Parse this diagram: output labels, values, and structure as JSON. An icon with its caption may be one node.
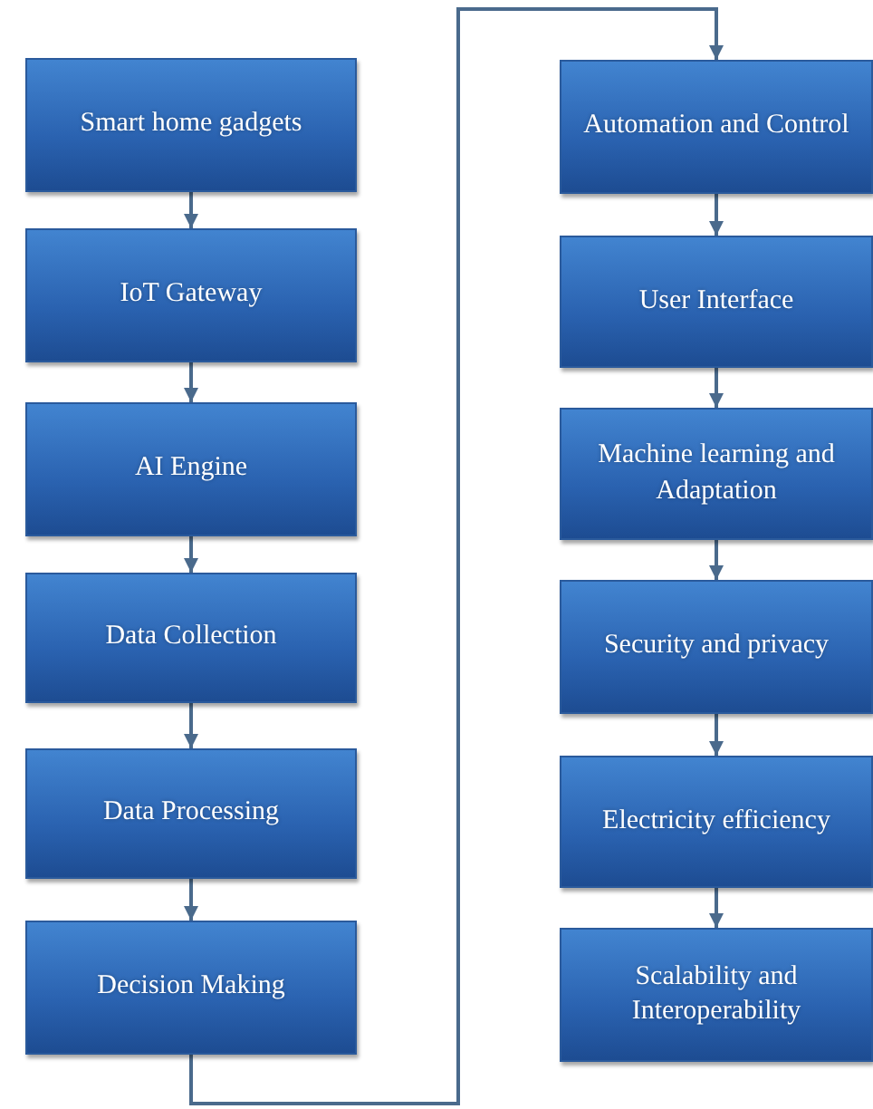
{
  "diagram": {
    "nodes": [
      {
        "text": [
          "Smart home gadgets"
        ]
      },
      {
        "text": [
          "IoT Gateway"
        ]
      },
      {
        "text": [
          "AI Engine"
        ]
      },
      {
        "text": [
          "Data Collection"
        ]
      },
      {
        "text": [
          "Data Processing"
        ]
      },
      {
        "text": [
          "Decision Making"
        ]
      },
      {
        "text": [
          "Automation and Control"
        ]
      },
      {
        "text": [
          "User Interface"
        ]
      },
      {
        "text": [
          "Machine learning and Adaptation"
        ]
      },
      {
        "text": [
          "Security and privacy"
        ]
      },
      {
        "text": [
          "Electricity efficiency"
        ]
      },
      {
        "text": [
          "Scalability and Interoperability"
        ]
      }
    ],
    "edges": [
      {
        "from": 0,
        "to": 1,
        "arrow": "to"
      },
      {
        "from": 1,
        "to": 2,
        "arrow": "to"
      },
      {
        "from": 2,
        "to": 3,
        "arrow": "to"
      },
      {
        "from": 3,
        "to": 4,
        "arrow": "to"
      },
      {
        "from": 4,
        "to": 5,
        "arrow": "to"
      },
      {
        "from": 5,
        "to": 6,
        "arrow": "to"
      },
      {
        "from": 6,
        "to": 7,
        "arrow": "to"
      },
      {
        "from": 7,
        "to": 8,
        "arrow": "to"
      },
      {
        "from": 8,
        "to": 9,
        "arrow": "to"
      },
      {
        "from": 9,
        "to": 10,
        "arrow": "to"
      },
      {
        "from": 10,
        "to": 11,
        "arrow": "to"
      }
    ]
  }
}
